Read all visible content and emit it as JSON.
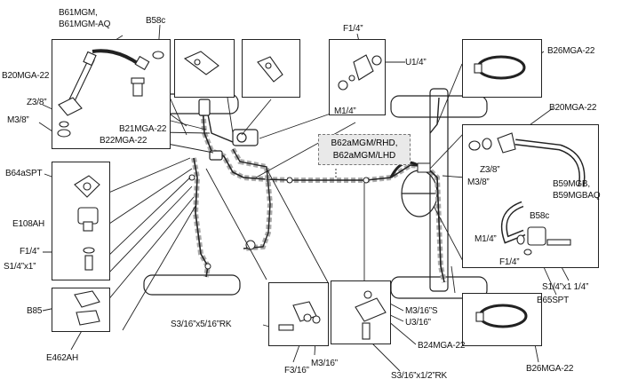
{
  "labels": {
    "b61mgm": "B61MGM,",
    "b61mgm_aq": "B61MGM-AQ",
    "b58c_top": "B58c",
    "b20mga22_left": "B20MGA-22",
    "z3_8_left": "Z3/8”",
    "m3_8_left": "M3/8”",
    "b21mga22": "B21MGA-22",
    "b22mga22": "B22MGA-22",
    "f1_4_top": "F1/4”",
    "u1_4": "U1/4”",
    "m1_4_top": "M1/4”",
    "b26mga22_top": "B26MGA-22",
    "b20mga22_right": "B20MGA-22",
    "b62_rhd": "B62aMGM/RHD,",
    "b62_lhd": "B62aMGM/LHD",
    "z3_8_right": "Z3/8”",
    "m3_8_right": "M3/8”",
    "b59mgb": "B59MGB,",
    "b59mgbaq": "B59MGBAQ",
    "b58c_right": "B58c",
    "m1_4_right": "M1/4”",
    "f1_4_right": "F1/4”",
    "s1_4_x1_1_4": "S1/4”x1 1/4”",
    "b65spt": "B65SPT",
    "b64aspt": "B64aSPT",
    "e108ah": "E108AH",
    "f1_4_left": "F1/4”",
    "s1_4_x1": "S1/4”x1”",
    "b85": "B85",
    "e462ah": "E462AH",
    "s3_16_x5_16_rk": "S3/16”x5/16”RK",
    "f3_16": "F3/16”",
    "m3_16_bottom": "M3/16”",
    "m3_16_s": "M3/16”S",
    "u3_16": "U3/16”",
    "b24mga22": "B24MGA-22",
    "s3_16_x1_2_rk": "S3/16”x1/2”RK",
    "b26mga22_bottom": "B26MGA-22"
  }
}
